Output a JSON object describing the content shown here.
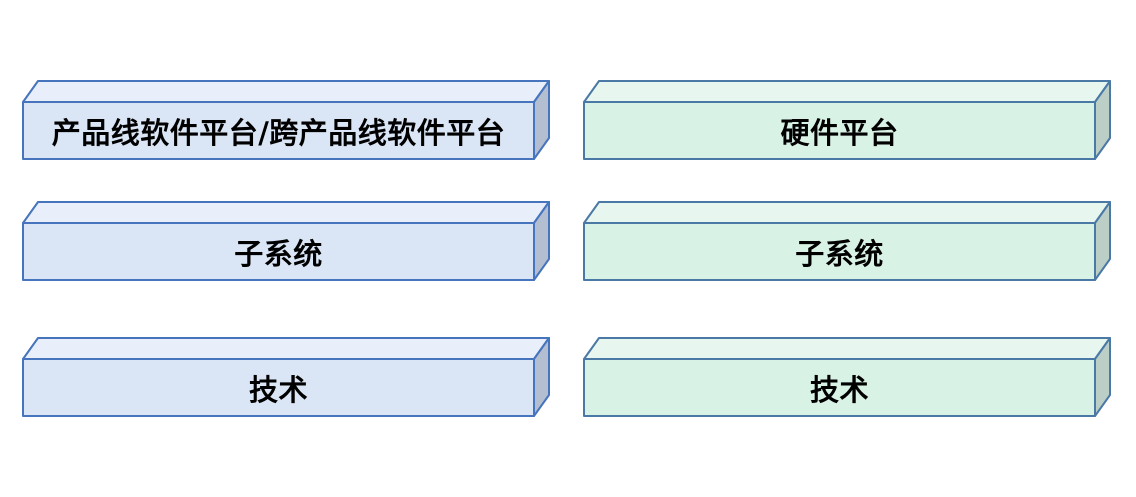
{
  "diagram": {
    "title": "platform-hierarchy-diagram",
    "columns": [
      {
        "id": "software",
        "theme": "blue",
        "boxes": [
          {
            "label": "产品线软件平台/跨产品线软件平台"
          },
          {
            "label": "子系统"
          },
          {
            "label": "技术"
          }
        ]
      },
      {
        "id": "hardware",
        "theme": "green",
        "boxes": [
          {
            "label": "硬件平台"
          },
          {
            "label": "子系统"
          },
          {
            "label": "技术"
          }
        ]
      }
    ],
    "colors": {
      "blue": {
        "front": "#dae6f6",
        "top": "#e8effa",
        "side": "#b3bfd0",
        "stroke": "#4674bd"
      },
      "green": {
        "front": "#d9f2e6",
        "top": "#e7f7ef",
        "side": "#bccfc6",
        "stroke": "#4b79a6"
      },
      "text": "#000000",
      "background": "#ffffff"
    }
  }
}
